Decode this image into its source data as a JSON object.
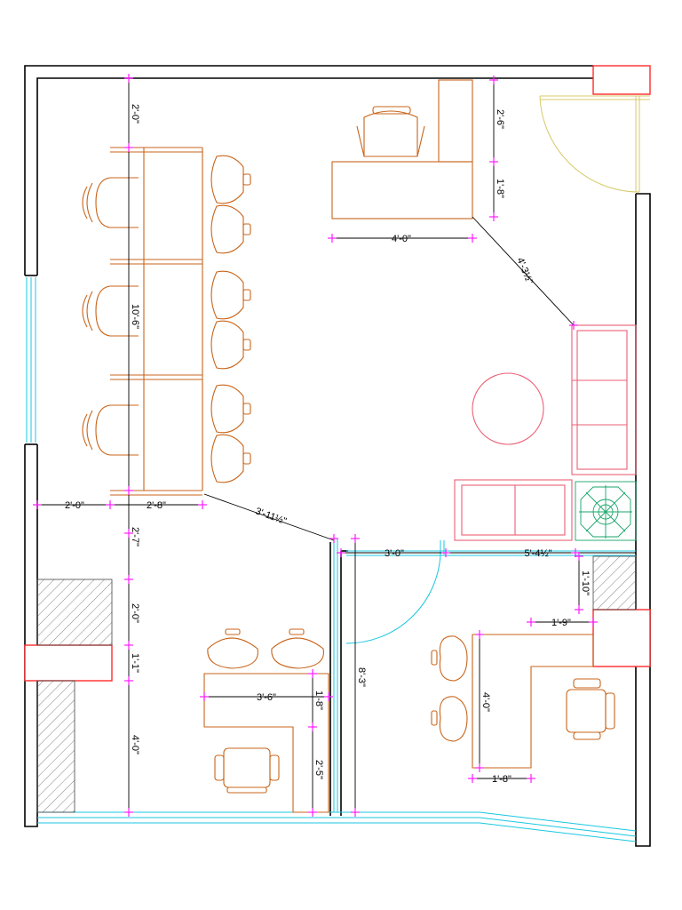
{
  "dimensions": [
    {
      "id": "d_2_0_top",
      "text": "2'-0\""
    },
    {
      "id": "d_10_6",
      "text": "10'-6\""
    },
    {
      "id": "d_2_0_bottom",
      "text": "2'-0\""
    },
    {
      "id": "d_2_8",
      "text": "2'-8\""
    },
    {
      "id": "d_3_11",
      "text": "3'-11½\""
    },
    {
      "id": "d_2_6_top",
      "text": "2'-6\""
    },
    {
      "id": "d_1_8_right",
      "text": "1'-8\""
    },
    {
      "id": "d_4_0_desk",
      "text": "4'-0\""
    },
    {
      "id": "d_4_3",
      "text": "4'-3½\""
    },
    {
      "id": "d_2_7",
      "text": "2'-7\""
    },
    {
      "id": "d_2_0_mid",
      "text": "2'-0\""
    },
    {
      "id": "d_1_1",
      "text": "1'-1\""
    },
    {
      "id": "d_4_0_left",
      "text": "4'-0\""
    },
    {
      "id": "d_3_6",
      "text": "3'-6\""
    },
    {
      "id": "d_1_8_small",
      "text": "1'-8\""
    },
    {
      "id": "d_2_5",
      "text": "2'-5\""
    },
    {
      "id": "d_8_3",
      "text": "8'-3\""
    },
    {
      "id": "d_3_0",
      "text": "3'-0\""
    },
    {
      "id": "d_5_4",
      "text": "5'-4½\""
    },
    {
      "id": "d_1_10",
      "text": "1'-10\""
    },
    {
      "id": "d_1_9",
      "text": "1'-9\""
    },
    {
      "id": "d_4_0_right",
      "text": "4'-0\""
    },
    {
      "id": "d_1_8_bottom",
      "text": "1'-8\""
    }
  ],
  "colors": {
    "wall": "#000000",
    "furniture": "#c8651b",
    "sofa": "#ec5f75",
    "dimension_marker": "#ff1aff",
    "glass": "#19c7e0",
    "column": "#ff2a2a",
    "plant": "#18a66a"
  }
}
